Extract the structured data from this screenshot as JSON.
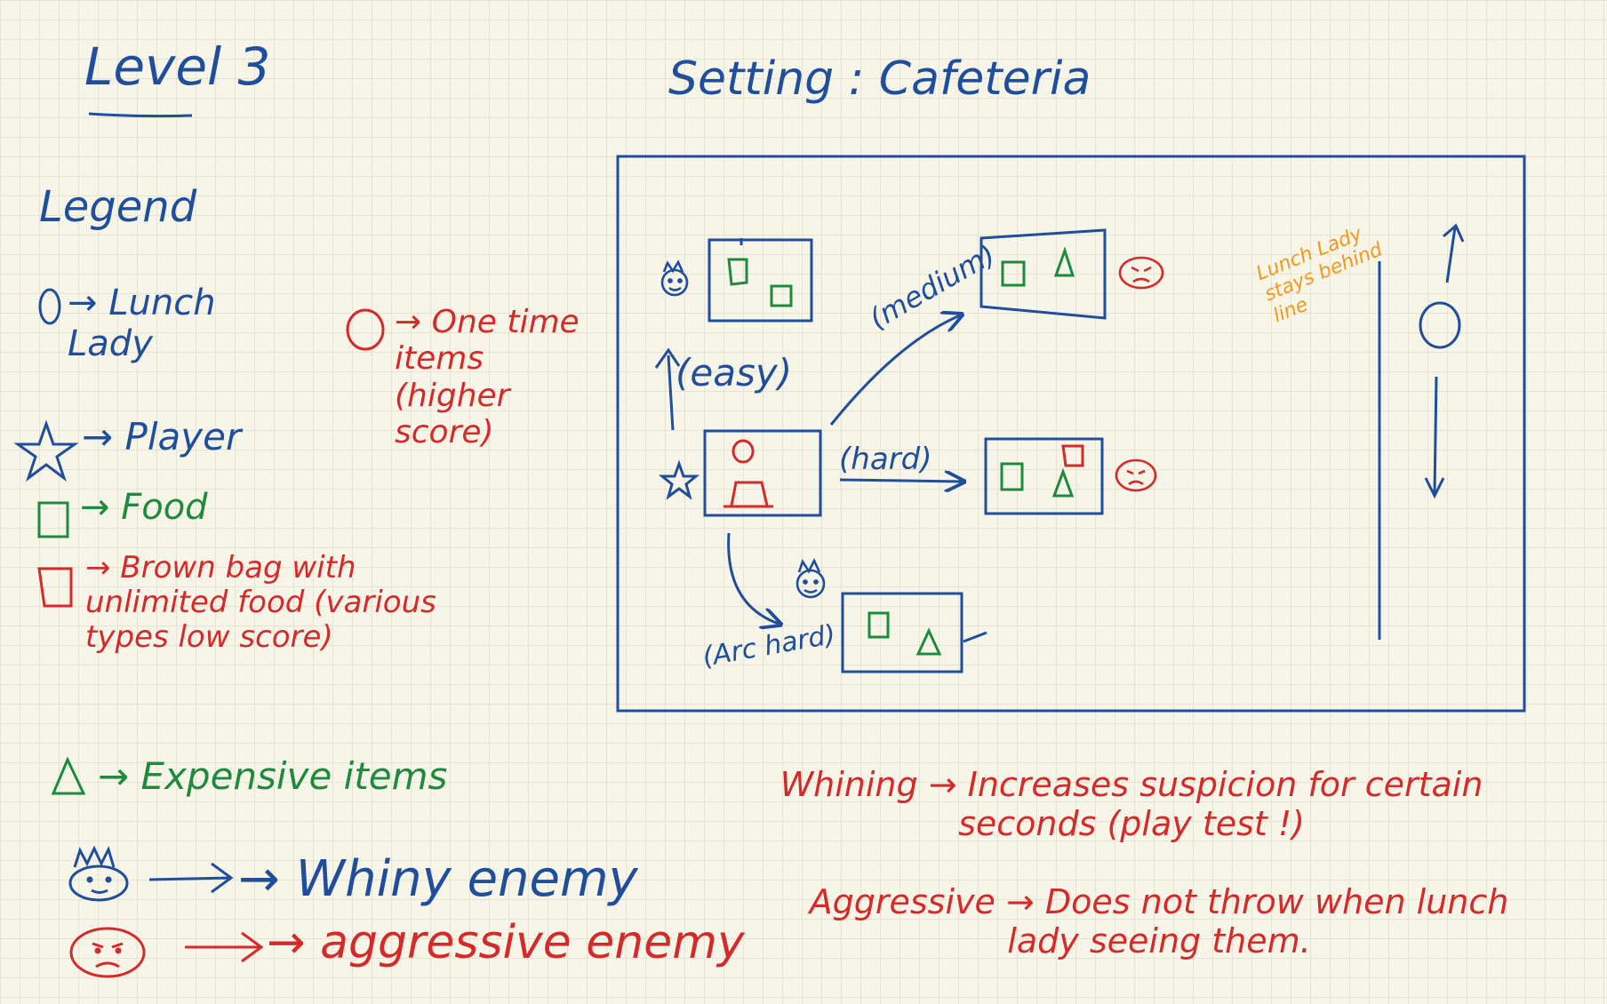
{
  "colors": {
    "blue": "#1f4e9c",
    "red": "#d42a2a",
    "green": "#1e8a3e",
    "orange": "#f0991d",
    "paper": "#f7f5e8"
  },
  "title": "Level 3",
  "setting": "Setting : Cafeteria",
  "legend": {
    "heading": "Legend",
    "lunch_lady": "→ Lunch Lady",
    "player": "→ Player",
    "food": "→ Food",
    "brown_bag": "→ Brown bag with unlimited food (various types low score)",
    "one_time": "→ One time items (higher score)",
    "expensive": "→ Expensive items",
    "whiny": "→ Whiny enemy",
    "aggressive": "→ aggressive enemy"
  },
  "map": {
    "easy": "(easy)",
    "medium": "(medium)",
    "hard": "(hard)",
    "arc_hard": "(Arc hard)",
    "lunch_lady_note": "Lunch Lady stays behind line"
  },
  "notes": {
    "whining": "Whining → Increases suspicion for certain seconds (play test !)",
    "aggressive": "Aggressive → Does not throw when lunch lady seeing them."
  }
}
